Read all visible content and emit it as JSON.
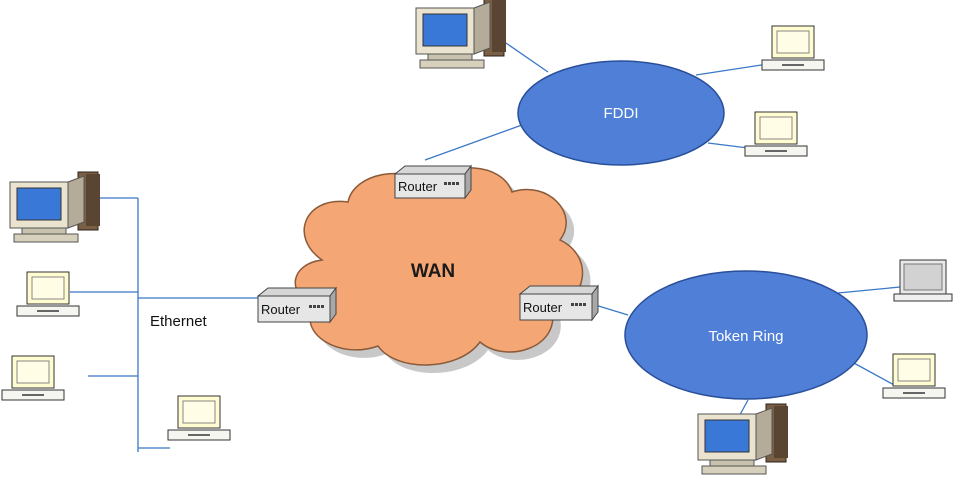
{
  "wan": {
    "label": "WAN"
  },
  "fddi": {
    "label": "FDDI"
  },
  "token_ring": {
    "label": "Token Ring"
  },
  "ethernet": {
    "label": "Ethernet"
  },
  "routers": [
    {
      "label": "Router"
    },
    {
      "label": "Router"
    },
    {
      "label": "Router"
    }
  ],
  "colors": {
    "cloud": "#f4a774",
    "cloud_stroke": "#8a5a3a",
    "ring_fill": "#4f7fd6",
    "ring_stroke": "#2a4f9a",
    "link": "#3a78c8",
    "crt_screen": "#3a78d8",
    "mono_screen": "#fffcd2"
  }
}
